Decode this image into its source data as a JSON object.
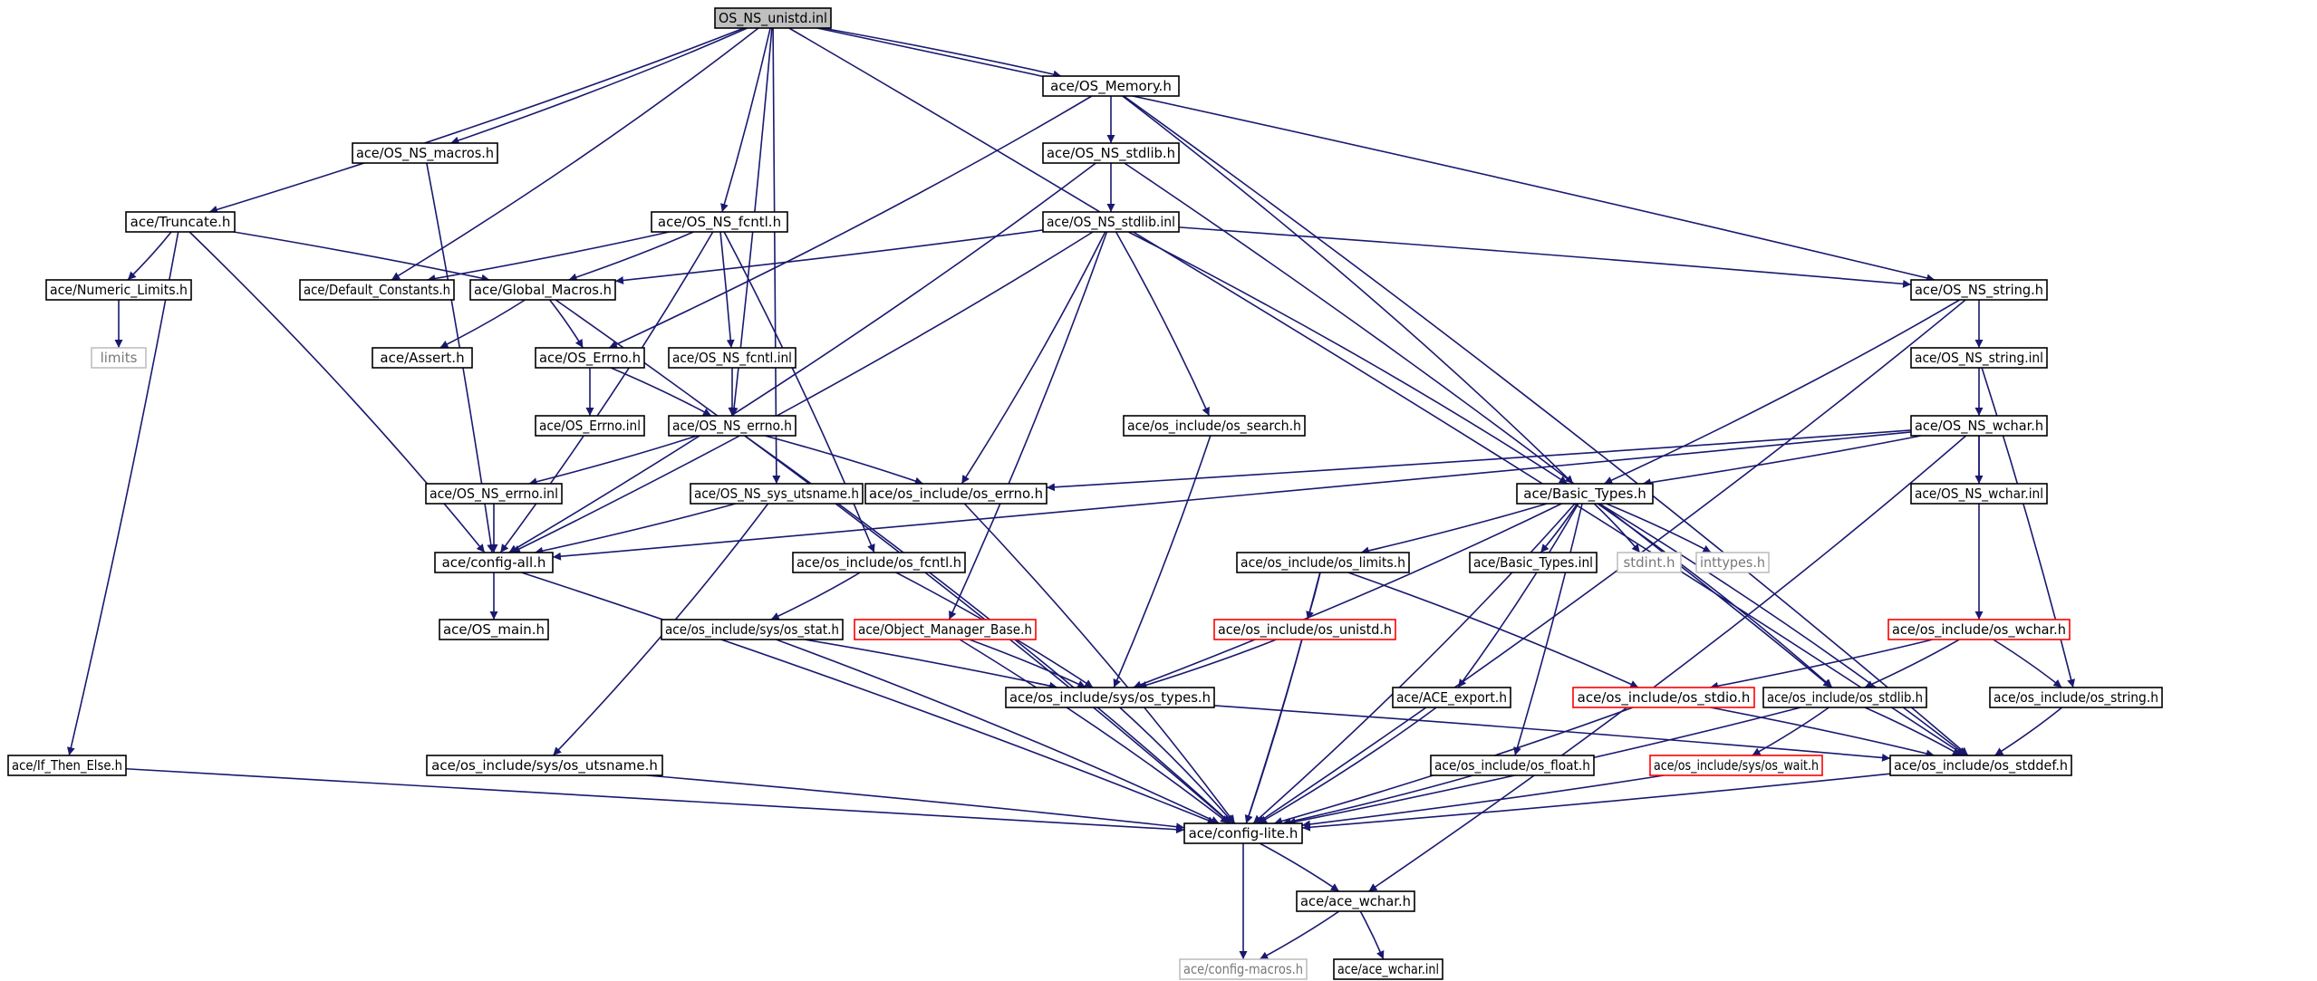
{
  "colors": {
    "edge": "#191970",
    "node_border": "#000000",
    "missing_border": "#ff0000",
    "external_border": "#bfbfbf",
    "root_fill": "#bfbfbf"
  },
  "nodes": [
    {
      "id": "root",
      "label": "OS_NS_unistd.inl",
      "style": "root"
    },
    {
      "id": "os_memory",
      "label": "ace/OS_Memory.h"
    },
    {
      "id": "os_ns_macros",
      "label": "ace/OS_NS_macros.h"
    },
    {
      "id": "os_ns_stdlib_h",
      "label": "ace/OS_NS_stdlib.h"
    },
    {
      "id": "truncate",
      "label": "ace/Truncate.h"
    },
    {
      "id": "os_ns_fcntl_h",
      "label": "ace/OS_NS_fcntl.h"
    },
    {
      "id": "os_ns_stdlib_inl",
      "label": "ace/OS_NS_stdlib.inl"
    },
    {
      "id": "numeric_limits",
      "label": "ace/Numeric_Limits.h"
    },
    {
      "id": "default_constants",
      "label": "ace/Default_Constants.h"
    },
    {
      "id": "global_macros",
      "label": "ace/Global_Macros.h"
    },
    {
      "id": "os_ns_string_h",
      "label": "ace/OS_NS_string.h"
    },
    {
      "id": "limits",
      "label": "limits",
      "style": "grey"
    },
    {
      "id": "assert",
      "label": "ace/Assert.h"
    },
    {
      "id": "os_errno_h",
      "label": "ace/OS_Errno.h"
    },
    {
      "id": "os_ns_fcntl_inl",
      "label": "ace/OS_NS_fcntl.inl"
    },
    {
      "id": "os_ns_string_inl",
      "label": "ace/OS_NS_string.inl"
    },
    {
      "id": "os_errno_inl",
      "label": "ace/OS_Errno.inl"
    },
    {
      "id": "os_ns_errno_h",
      "label": "ace/OS_NS_errno.h"
    },
    {
      "id": "os_search",
      "label": "ace/os_include/os_search.h"
    },
    {
      "id": "os_ns_wchar_h",
      "label": "ace/OS_NS_wchar.h"
    },
    {
      "id": "os_ns_errno_inl",
      "label": "ace/OS_NS_errno.inl"
    },
    {
      "id": "os_ns_sys_utsname",
      "label": "ace/OS_NS_sys_utsname.h"
    },
    {
      "id": "os_include_errno",
      "label": "ace/os_include/os_errno.h"
    },
    {
      "id": "basic_types_h",
      "label": "ace/Basic_Types.h"
    },
    {
      "id": "os_ns_wchar_inl",
      "label": "ace/OS_NS_wchar.inl"
    },
    {
      "id": "config_all",
      "label": "ace/config-all.h"
    },
    {
      "id": "os_include_fcntl",
      "label": "ace/os_include/os_fcntl.h"
    },
    {
      "id": "os_include_limits",
      "label": "ace/os_include/os_limits.h"
    },
    {
      "id": "basic_types_inl",
      "label": "ace/Basic_Types.inl"
    },
    {
      "id": "stdint",
      "label": "stdint.h",
      "style": "grey"
    },
    {
      "id": "inttypes",
      "label": "inttypes.h",
      "style": "grey"
    },
    {
      "id": "os_main",
      "label": "ace/OS_main.h"
    },
    {
      "id": "os_sys_stat",
      "label": "ace/os_include/sys/os_stat.h"
    },
    {
      "id": "object_manager_base",
      "label": "ace/Object_Manager_Base.h",
      "style": "red"
    },
    {
      "id": "os_include_unistd",
      "label": "ace/os_include/os_unistd.h",
      "style": "red"
    },
    {
      "id": "os_include_wchar",
      "label": "ace/os_include/os_wchar.h",
      "style": "red"
    },
    {
      "id": "os_sys_types",
      "label": "ace/os_include/sys/os_types.h"
    },
    {
      "id": "ace_export",
      "label": "ace/ACE_export.h"
    },
    {
      "id": "os_include_stdio",
      "label": "ace/os_include/os_stdio.h",
      "style": "red"
    },
    {
      "id": "os_include_stdlib",
      "label": "ace/os_include/os_stdlib.h"
    },
    {
      "id": "os_include_string",
      "label": "ace/os_include/os_string.h"
    },
    {
      "id": "if_then_else",
      "label": "ace/If_Then_Else.h"
    },
    {
      "id": "os_sys_utsname",
      "label": "ace/os_include/sys/os_utsname.h"
    },
    {
      "id": "os_include_float",
      "label": "ace/os_include/os_float.h"
    },
    {
      "id": "os_sys_wait",
      "label": "ace/os_include/sys/os_wait.h",
      "style": "red"
    },
    {
      "id": "os_include_stddef",
      "label": "ace/os_include/os_stddef.h"
    },
    {
      "id": "config_lite",
      "label": "ace/config-lite.h"
    },
    {
      "id": "ace_wchar_h",
      "label": "ace/ace_wchar.h"
    },
    {
      "id": "config_macros",
      "label": "ace/config-macros.h",
      "style": "grey"
    },
    {
      "id": "ace_wchar_inl",
      "label": "ace/ace_wchar.inl"
    }
  ],
  "edges": [
    [
      "root",
      "os_memory"
    ],
    [
      "root",
      "os_ns_macros"
    ],
    [
      "root",
      "truncate"
    ],
    [
      "root",
      "os_ns_fcntl_h"
    ],
    [
      "root",
      "default_constants"
    ],
    [
      "root",
      "os_ns_string_h"
    ],
    [
      "root",
      "os_ns_errno_h"
    ],
    [
      "root",
      "os_ns_sys_utsname"
    ],
    [
      "root",
      "os_include_stddef"
    ],
    [
      "os_memory",
      "os_ns_stdlib_h"
    ],
    [
      "os_memory",
      "os_errno_h"
    ],
    [
      "os_memory",
      "basic_types_h"
    ],
    [
      "os_memory",
      "os_include_stddef"
    ],
    [
      "os_ns_macros",
      "config_all"
    ],
    [
      "os_ns_stdlib_h",
      "os_ns_stdlib_inl"
    ],
    [
      "os_ns_stdlib_h",
      "config_all"
    ],
    [
      "os_ns_stdlib_h",
      "os_include_stdlib"
    ],
    [
      "truncate",
      "numeric_limits"
    ],
    [
      "truncate",
      "global_macros"
    ],
    [
      "truncate",
      "config_all"
    ],
    [
      "truncate",
      "if_then_else"
    ],
    [
      "os_ns_fcntl_h",
      "default_constants"
    ],
    [
      "os_ns_fcntl_h",
      "global_macros"
    ],
    [
      "os_ns_fcntl_h",
      "os_ns_fcntl_inl"
    ],
    [
      "os_ns_fcntl_h",
      "config_all"
    ],
    [
      "os_ns_fcntl_h",
      "os_include_fcntl"
    ],
    [
      "os_ns_stdlib_inl",
      "global_macros"
    ],
    [
      "os_ns_stdlib_inl",
      "os_ns_string_h"
    ],
    [
      "os_ns_stdlib_inl",
      "config_all"
    ],
    [
      "os_ns_stdlib_inl",
      "os_include_errno"
    ],
    [
      "os_ns_stdlib_inl",
      "os_search"
    ],
    [
      "os_ns_stdlib_inl",
      "basic_types_h"
    ],
    [
      "os_ns_stdlib_inl",
      "object_manager_base"
    ],
    [
      "numeric_limits",
      "limits"
    ],
    [
      "global_macros",
      "assert"
    ],
    [
      "global_macros",
      "os_errno_h"
    ],
    [
      "global_macros",
      "config_lite"
    ],
    [
      "os_ns_string_h",
      "os_ns_string_inl"
    ],
    [
      "os_ns_string_h",
      "basic_types_h"
    ],
    [
      "os_ns_string_h",
      "config_lite"
    ],
    [
      "os_errno_h",
      "os_errno_inl"
    ],
    [
      "os_errno_h",
      "os_ns_errno_h"
    ],
    [
      "os_ns_fcntl_inl",
      "os_ns_errno_h"
    ],
    [
      "os_ns_string_inl",
      "os_ns_wchar_h"
    ],
    [
      "os_ns_string_inl",
      "os_include_string"
    ],
    [
      "os_ns_errno_h",
      "os_ns_errno_inl"
    ],
    [
      "os_ns_errno_h",
      "os_include_errno"
    ],
    [
      "os_ns_errno_h",
      "config_lite"
    ],
    [
      "os_search",
      "os_sys_types"
    ],
    [
      "os_ns_wchar_h",
      "os_include_errno"
    ],
    [
      "os_ns_wchar_h",
      "basic_types_h"
    ],
    [
      "os_ns_wchar_h",
      "os_ns_wchar_inl"
    ],
    [
      "os_ns_wchar_h",
      "config_all"
    ],
    [
      "os_ns_wchar_h",
      "os_include_wchar"
    ],
    [
      "os_ns_wchar_h",
      "ace_wchar_h"
    ],
    [
      "os_ns_errno_inl",
      "config_all"
    ],
    [
      "os_ns_sys_utsname",
      "config_all"
    ],
    [
      "os_ns_sys_utsname",
      "os_sys_utsname"
    ],
    [
      "os_include_errno",
      "config_lite"
    ],
    [
      "basic_types_h",
      "os_include_limits"
    ],
    [
      "basic_types_h",
      "basic_types_inl"
    ],
    [
      "basic_types_h",
      "stdint"
    ],
    [
      "basic_types_h",
      "inttypes"
    ],
    [
      "basic_types_h",
      "ace_export"
    ],
    [
      "basic_types_h",
      "os_sys_types"
    ],
    [
      "basic_types_h",
      "os_include_float"
    ],
    [
      "basic_types_h",
      "os_include_stdlib"
    ],
    [
      "basic_types_h",
      "os_include_stddef"
    ],
    [
      "basic_types_h",
      "config_lite"
    ],
    [
      "config_all",
      "os_main"
    ],
    [
      "config_all",
      "config_lite"
    ],
    [
      "os_include_fcntl",
      "os_sys_stat"
    ],
    [
      "os_include_fcntl",
      "os_sys_types"
    ],
    [
      "os_include_limits",
      "os_include_unistd"
    ],
    [
      "os_include_limits",
      "os_include_stdio"
    ],
    [
      "os_include_limits",
      "config_lite"
    ],
    [
      "os_sys_stat",
      "os_sys_types"
    ],
    [
      "os_sys_stat",
      "config_lite"
    ],
    [
      "object_manager_base",
      "os_sys_types"
    ],
    [
      "object_manager_base",
      "config_lite"
    ],
    [
      "os_include_unistd",
      "os_sys_types"
    ],
    [
      "os_include_unistd",
      "config_lite"
    ],
    [
      "os_include_wchar",
      "os_include_stdio"
    ],
    [
      "os_include_wchar",
      "os_include_stdlib"
    ],
    [
      "os_include_wchar",
      "os_include_string"
    ],
    [
      "os_sys_types",
      "os_include_stddef"
    ],
    [
      "os_sys_types",
      "config_lite"
    ],
    [
      "ace_export",
      "config_lite"
    ],
    [
      "os_include_stdio",
      "os_include_stddef"
    ],
    [
      "os_include_stdio",
      "config_lite"
    ],
    [
      "os_include_stdlib",
      "os_sys_wait"
    ],
    [
      "os_include_stdlib",
      "os_include_stddef"
    ],
    [
      "os_include_stdlib",
      "config_lite"
    ],
    [
      "os_include_string",
      "os_include_stddef"
    ],
    [
      "if_then_else",
      "config_lite"
    ],
    [
      "os_sys_utsname",
      "config_lite"
    ],
    [
      "os_include_float",
      "config_lite"
    ],
    [
      "os_sys_wait",
      "config_lite"
    ],
    [
      "os_include_stddef",
      "config_lite"
    ],
    [
      "config_lite",
      "ace_wchar_h"
    ],
    [
      "config_lite",
      "config_macros"
    ],
    [
      "ace_wchar_h",
      "config_macros"
    ],
    [
      "ace_wchar_h",
      "ace_wchar_inl"
    ]
  ]
}
